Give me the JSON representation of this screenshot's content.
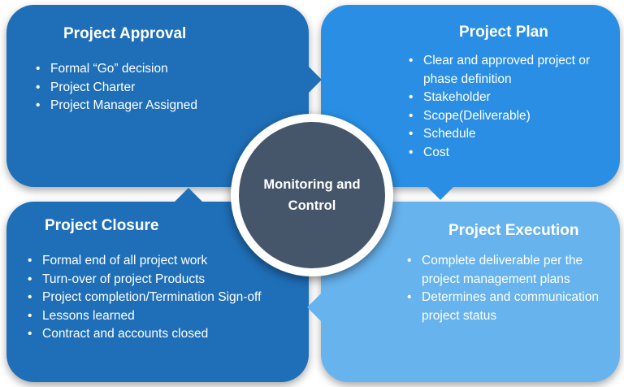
{
  "center": {
    "label": "Monitoring and Control"
  },
  "panels": {
    "approval": {
      "title": "Project Approval",
      "items": [
        "Formal “Go” decision",
        "Project Charter",
        "Project Manager Assigned"
      ]
    },
    "plan": {
      "title": "Project Plan",
      "items": [
        "Clear and approved project or phase definition",
        "Stakeholder",
        "Scope(Deliverable)",
        "Schedule",
        "Cost"
      ]
    },
    "closure": {
      "title": "Project Closure",
      "items": [
        "Formal end of all project work",
        "Turn-over of project Products",
        "Project completion/Termination Sign-off",
        "Lessons learned",
        "Contract and accounts closed"
      ]
    },
    "execution": {
      "title": "Project Execution",
      "items": [
        "Complete deliverable per the project management plans",
        "Determines and communication project status"
      ]
    }
  },
  "colors": {
    "approval": "#1f6fb8",
    "plan": "#2a8fe4",
    "closure": "#1f6fb8",
    "execution": "#67b3ee",
    "center": "#45566b"
  }
}
